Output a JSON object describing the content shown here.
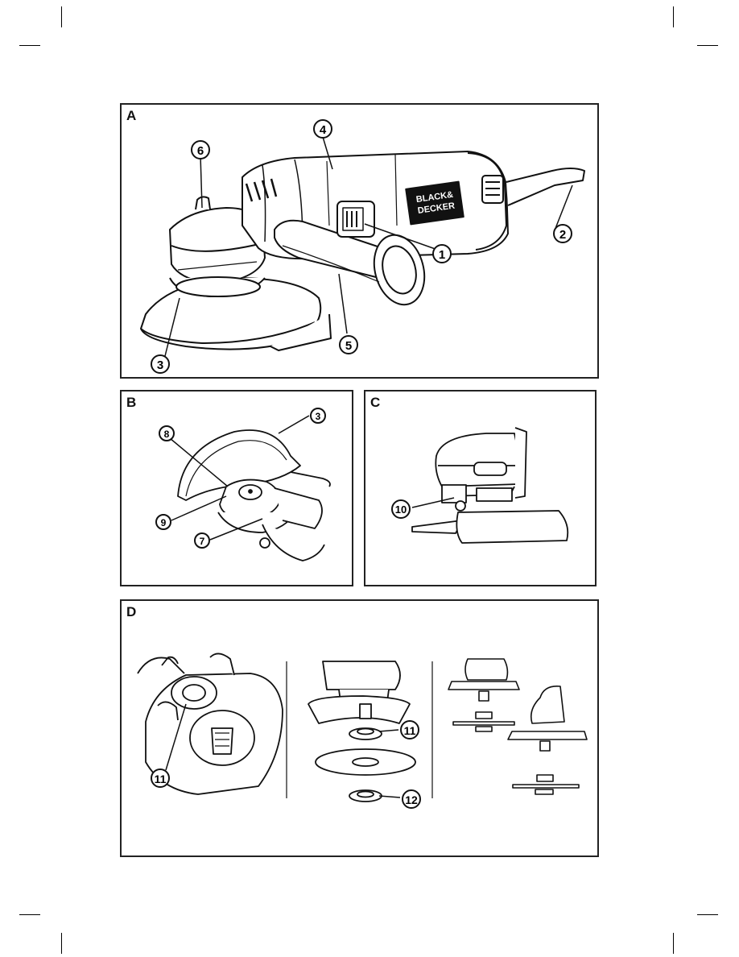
{
  "panels": {
    "a": {
      "letter": "A"
    },
    "b": {
      "letter": "B"
    },
    "c": {
      "letter": "C"
    },
    "d": {
      "letter": "D"
    }
  },
  "brand": {
    "line1": "BLACK&",
    "line2": "DECKER"
  },
  "callouts": {
    "a": [
      "1",
      "2",
      "3",
      "4",
      "5",
      "6"
    ],
    "b": [
      "3",
      "8",
      "9",
      "7"
    ],
    "c": [
      "10"
    ],
    "d": [
      "11",
      "11",
      "12"
    ]
  }
}
